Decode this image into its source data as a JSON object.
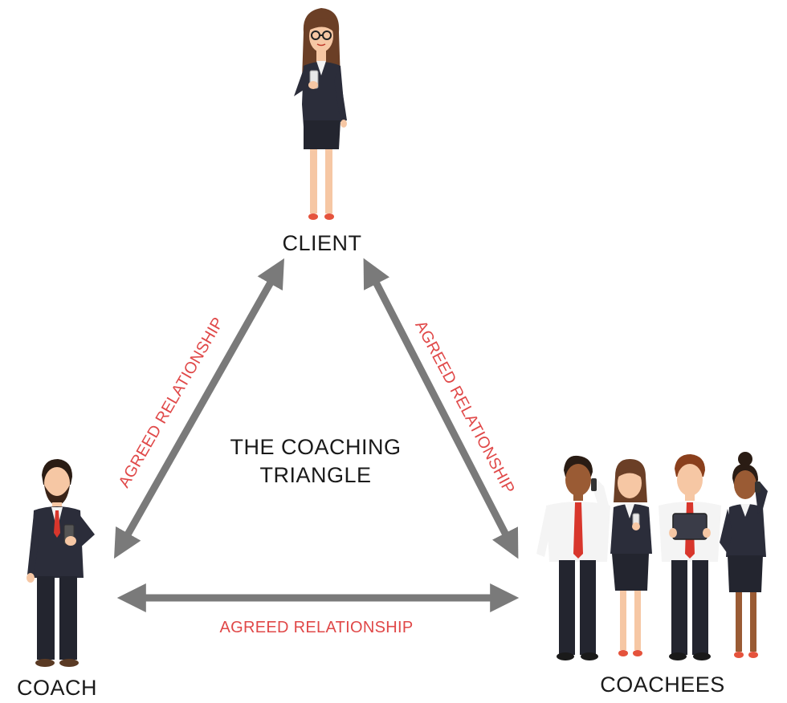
{
  "nodes": {
    "client": {
      "label": "CLIENT"
    },
    "coach": {
      "label": "COACH"
    },
    "coachees": {
      "label": "COACHEES"
    }
  },
  "center": {
    "line1": "THE COACHING",
    "line2": "TRIANGLE"
  },
  "edges": {
    "coach_client": {
      "label": "AGREED RELATIONSHIP"
    },
    "client_coachees": {
      "label": "AGREED RELATIONSHIP"
    },
    "coach_coachees": {
      "label": "AGREED RELATIONSHIP"
    }
  },
  "colors": {
    "arrow": "#7a7a7a",
    "relationship_text": "#e04848",
    "suit_dark": "#2b2d3a",
    "shirt": "#f4f4f4",
    "tie": "#d8362c",
    "skin_light": "#f6c7a4",
    "skin_dark": "#9a5b34",
    "hair_brown": "#6b3f26",
    "hair_dark": "#2a1c14",
    "shoe_red": "#e5533c"
  }
}
